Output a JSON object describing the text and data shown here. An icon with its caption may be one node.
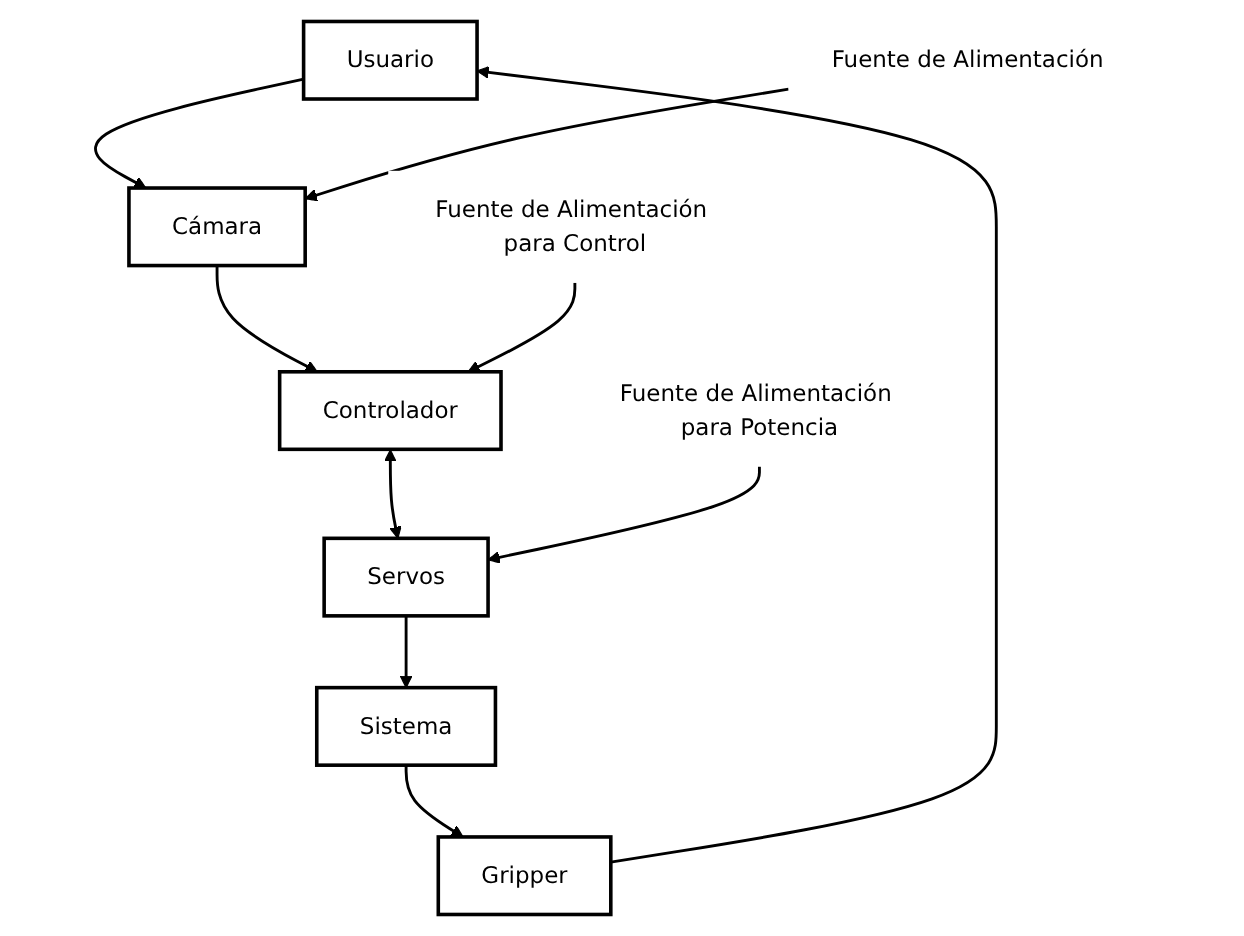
{
  "diagram": {
    "nodes": [
      {
        "text": [
          "Usuario"
        ]
      },
      {
        "text": [
          "Gripper"
        ]
      },
      {
        "text": [
          "Cámara"
        ]
      },
      {
        "text": [
          "Fuente de Alimentación"
        ]
      },
      {
        "text": [
          "Sistema"
        ]
      },
      {
        "text": [
          "Controlador"
        ]
      },
      {
        "text": [
          "Fuente de Alimentación para Control"
        ]
      },
      {
        "text": [
          "Servos"
        ]
      },
      {
        "text": [
          "Fuente de Alimentación para Potencia"
        ]
      }
    ],
    "edges": [
      {
        "from": 0,
        "to": 2,
        "arrow": "to"
      },
      {
        "from": 3,
        "to": 2,
        "arrow": "to"
      },
      {
        "from": 2,
        "to": 5,
        "arrow": "to"
      },
      {
        "from": 6,
        "to": 5,
        "arrow": "to"
      },
      {
        "from": 5,
        "to": 7,
        "arrow": "both"
      },
      {
        "from": 7,
        "to": 4,
        "arrow": "to"
      },
      {
        "from": 8,
        "to": 7,
        "arrow": "to"
      },
      {
        "from": 4,
        "to": 1,
        "arrow": "to"
      },
      {
        "from": 1,
        "to": 0,
        "arrow": "to"
      }
    ]
  }
}
